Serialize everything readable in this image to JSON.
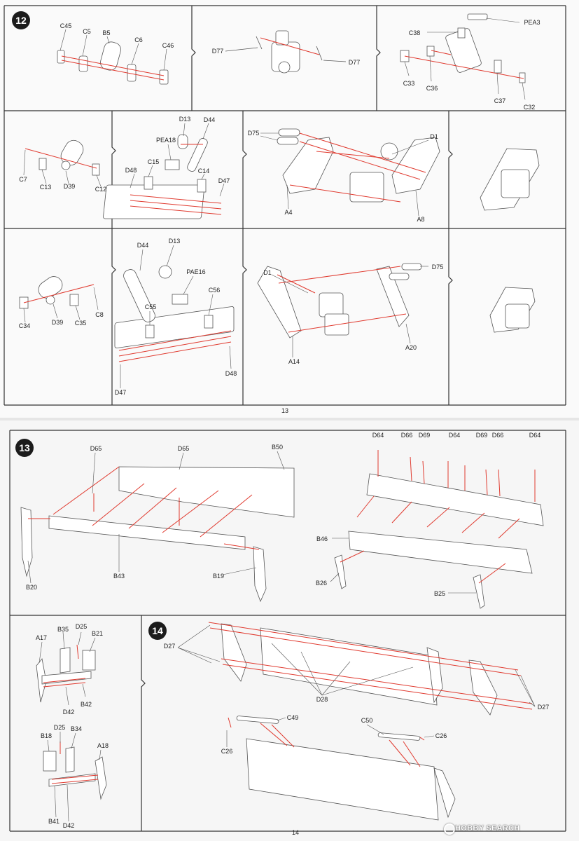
{
  "steps": [
    {
      "id": "12",
      "label": "12"
    },
    {
      "id": "13",
      "label": "13"
    },
    {
      "id": "14",
      "label": "14"
    }
  ],
  "page_numbers": {
    "top": "13",
    "bottom": "14"
  },
  "watermark": "HOBBY SEARCH",
  "colors": {
    "arrow": "#e03a2f",
    "line": "#555555",
    "frame": "#333333"
  },
  "parts": {
    "C45": "C45",
    "C5": "C5",
    "B5": "B5",
    "C6": "C6",
    "C46": "C46",
    "D77": "D77",
    "PEA3": "PEA3",
    "C38": "C38",
    "C33": "C33",
    "C36": "C36",
    "C37": "C37",
    "C32": "C32",
    "C7": "C7",
    "C13": "C13",
    "D39": "D39",
    "C12": "C12",
    "D13": "D13",
    "D44": "D44",
    "PEA18": "PEA18",
    "C15": "C15",
    "D48": "D48",
    "C14": "C14",
    "D47": "D47",
    "D75": "D75",
    "D1": "D1",
    "A4": "A4",
    "A8": "A8",
    "C34": "C34",
    "C35": "C35",
    "C8": "C8",
    "PAE16": "PAE16",
    "C56": "C56",
    "C55": "C55",
    "A14": "A14",
    "A20": "A20",
    "D65": "D65",
    "B50": "B50",
    "B20": "B20",
    "B43": "B43",
    "B19": "B19",
    "D64": "D64",
    "D66": "D66",
    "D69": "D69",
    "B46": "B46",
    "B26": "B26",
    "B25": "B25",
    "B35": "B35",
    "D25": "D25",
    "B21": "B21",
    "A17": "A17",
    "D42": "D42",
    "B42": "B42",
    "B18": "B18",
    "B34": "B34",
    "A18": "A18",
    "B41": "B41",
    "D27": "D27",
    "D28": "D28",
    "C26": "C26",
    "C49": "C49",
    "C50": "C50"
  }
}
